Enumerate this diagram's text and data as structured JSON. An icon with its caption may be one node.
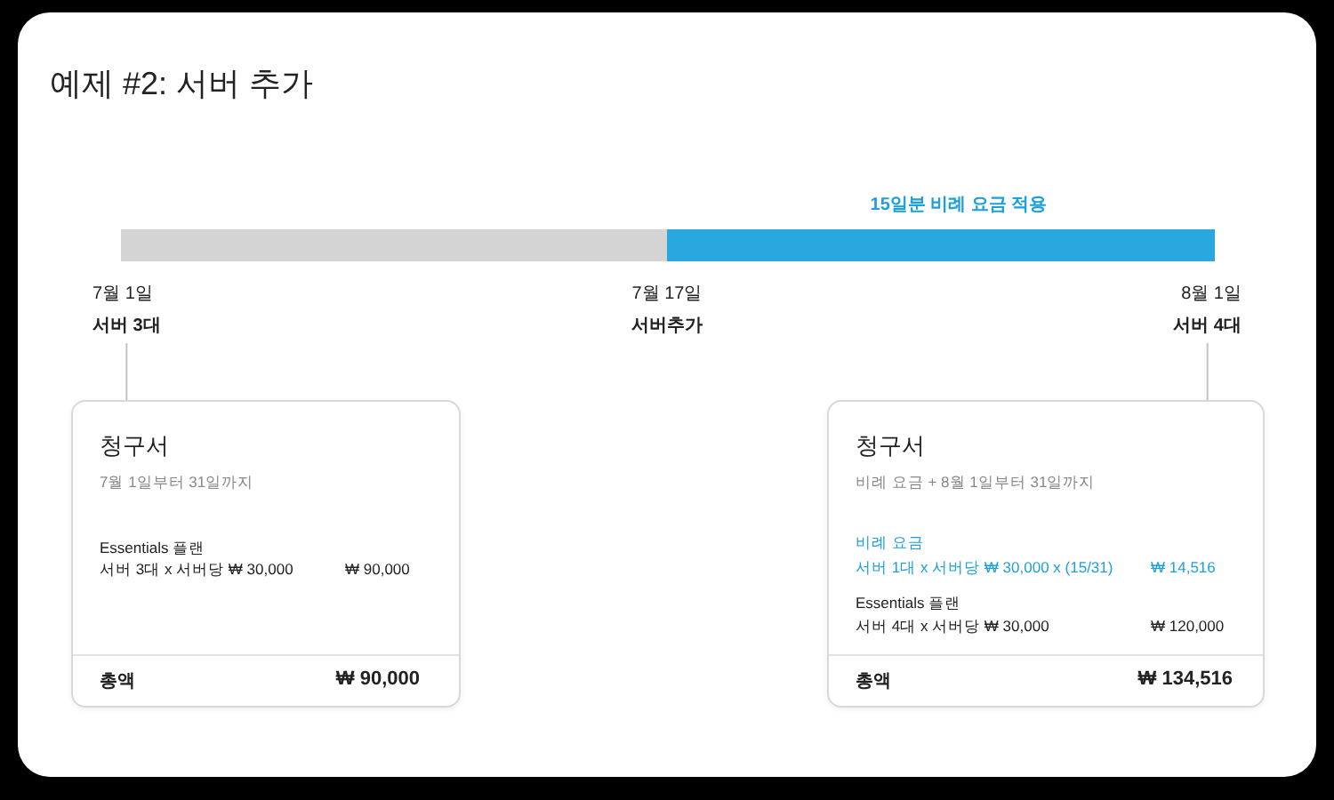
{
  "diagram": {
    "title": "예제 #2: 서버 추가",
    "nodes": [
      {
        "text": [
          "7월 1일",
          "서버 3대"
        ]
      },
      {
        "text": [
          "8월 1일",
          "서버 4대"
        ]
      },
      {
        "text": [
          "청구서",
          "7월 1일부터 31일까지",
          "Essentials 플랜",
          "서버 3대 x 서버당 ₩ 30,000",
          "₩ 90,000",
          "총액",
          "₩ 90,000"
        ]
      },
      {
        "text": [
          "청구서",
          "비례 요금 + 8월 1일부터 31일까지",
          "비례 요금",
          "서버 1대 x 서버당 ₩ 30,000 x (15/31)",
          "₩ 14,516",
          "Essentials 플랜",
          "서버 4대 x 서버당 ₩ 30,000",
          "₩ 120,000",
          "총액",
          "₩ 134,516"
        ]
      }
    ],
    "edges": [
      {
        "from": 0,
        "to": 2,
        "arrow": "none"
      },
      {
        "from": 1,
        "to": 3,
        "arrow": "none"
      }
    ],
    "labels": [
      "15일분 비례 요금 적용",
      "7월 17일",
      "서버추가"
    ]
  }
}
